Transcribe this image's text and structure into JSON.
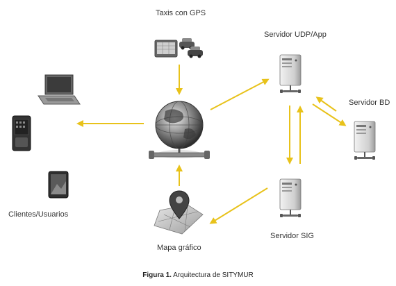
{
  "labels": {
    "taxis": "Taxis con GPS",
    "servidor_app": "Servidor UDP/App",
    "servidor_bd": "Servidor BD",
    "clientes": "Clientes/Usuarios",
    "mapa": "Mapa gráfico",
    "servidor_sig": "Servidor SIG"
  },
  "caption": {
    "prefix": "Figura 1.",
    "text": " Arquitectura de SITYMUR"
  },
  "colors": {
    "arrow": "#e8c21a",
    "server_body": "#d9d9d9",
    "globe_dark": "#4a4a4a"
  },
  "icons": {
    "taxis": "taxi-gps-icon",
    "internet": "globe-network-icon",
    "servers": "server-icon",
    "clients": [
      "laptop-icon",
      "pda-icon",
      "tablet-icon"
    ],
    "map": "map-pin-icon"
  }
}
